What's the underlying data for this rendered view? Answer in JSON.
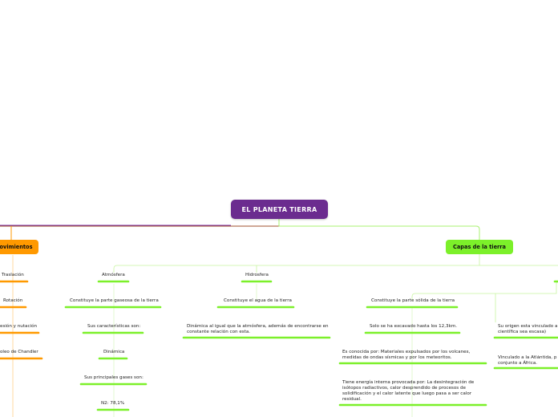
{
  "center": {
    "label": "EL PLANETA TIERRA",
    "color": "#6b2c8f"
  },
  "colors": {
    "orange": "#ff9900",
    "green": "#7cf02a",
    "purple": "#7b2fa8",
    "connector": "#a0522d"
  },
  "movimientos": {
    "label": "ovimientos",
    "items": [
      "Traslación",
      "Rotación",
      "esión y nutación",
      "oleo de Chandler"
    ]
  },
  "capas": {
    "label": "Capas de la tierra",
    "atmosfera": {
      "label": "Atmósfera",
      "items": [
        "Constituye la parte gaseosa de la tierra",
        "Sus características son:",
        "Dinámica",
        "Sus principales gases son:",
        "N2: 78,1%"
      ]
    },
    "hidrosfera": {
      "label": "Hidrosfera",
      "items": [
        "Constituye el agua de la tierra",
        "Dinámica al igual que la atmósfera, además de encontrarse en constante relación con esta."
      ]
    },
    "geosfera": {
      "items": [
        "Constituye la parte sólida de la tierra",
        "Solo se ha excavado hasta los 12,3km.",
        "Es conocida por: Materiales expulsados por los volcanes, medidas de ondas sísmicas y por los meteoritos.",
        "Tiene energía interna provocada por: La desintegración de isótopos radiactivos, calor desprendido de procesos de solidificación y el calor latente que luego pasa a ser calor residual."
      ]
    },
    "origen": {
      "items": [
        "Su origen esta vinculado a científica sea escasa)",
        "Vinculado a la Atlántida, p conjunto a África."
      ]
    }
  }
}
